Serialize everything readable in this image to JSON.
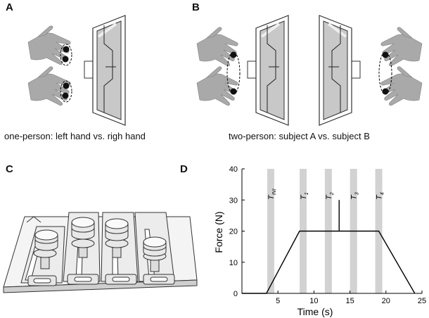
{
  "panels": {
    "a": {
      "label": "A",
      "caption": "one-person: left hand vs. righ hand"
    },
    "b": {
      "label": "B",
      "caption": "two-person: subject A vs. subject B"
    },
    "c": {
      "label": "C"
    },
    "d": {
      "label": "D"
    }
  },
  "colors": {
    "hand": "#a9a9a9",
    "screen": "#c8c8c8",
    "band": "#d2d2d2",
    "line": "#000000"
  },
  "chart_data": {
    "type": "line",
    "title": "",
    "xlabel": "Time (s)",
    "ylabel": "Force (N)",
    "xlim": [
      0,
      25
    ],
    "ylim": [
      0,
      40
    ],
    "xticks": [
      5,
      10,
      15,
      20,
      25
    ],
    "yticks": [
      0,
      10,
      20,
      30,
      40
    ],
    "series": [
      {
        "x": [
          0,
          3.4,
          8,
          13.5,
          13.5,
          13.5,
          19,
          24
        ],
        "y": [
          0,
          0,
          20,
          20,
          30,
          20,
          20,
          0
        ]
      }
    ],
    "bands": [
      {
        "label": "T",
        "sub": "INI",
        "x": 4
      },
      {
        "label": "T",
        "sub": "1",
        "x": 8.5
      },
      {
        "label": "T",
        "sub": "2",
        "x": 12
      },
      {
        "label": "T",
        "sub": "3",
        "x": 15.5
      },
      {
        "label": "T",
        "sub": "4",
        "x": 19
      }
    ]
  }
}
